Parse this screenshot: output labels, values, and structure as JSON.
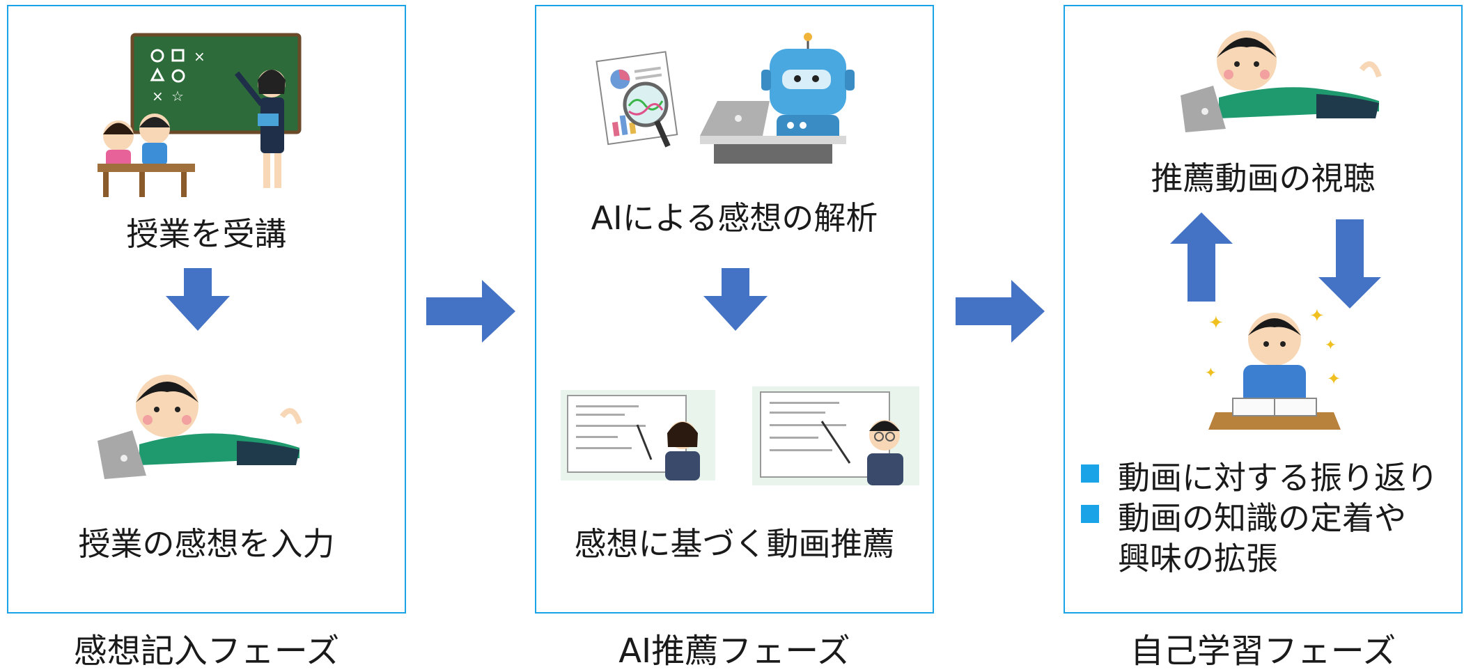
{
  "panels": {
    "input": {
      "step1": "授業を受講",
      "step2": "授業の感想を入力",
      "phase_label": "感想記入フェーズ"
    },
    "ai": {
      "step1": "AIによる感想の解析",
      "step2": "感想に基づく動画推薦",
      "phase_label": "AI推薦フェーズ"
    },
    "self": {
      "step1": "推薦動画の視聴",
      "bullets": [
        "動画に対する振り返り",
        "動画の知識の定着や"
      ],
      "bullet2_cont": "興味の拡張",
      "phase_label": "自己学習フェーズ"
    }
  },
  "colors": {
    "border": "#1aa3e6",
    "arrow": "#4472c4",
    "bullet": "#1aa3e6"
  }
}
